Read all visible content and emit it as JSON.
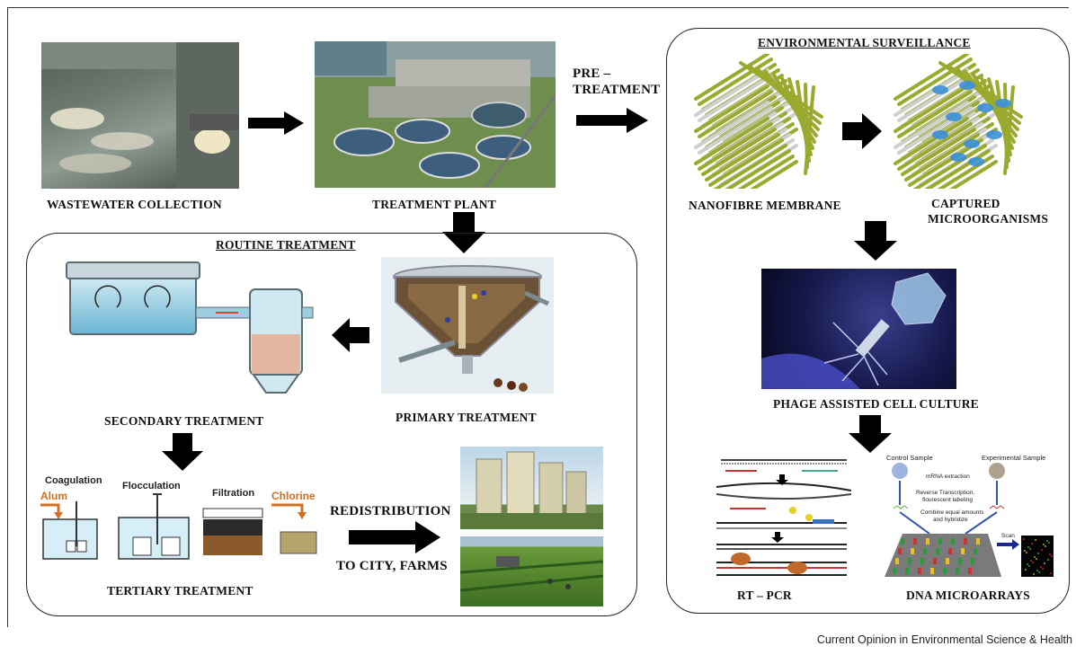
{
  "labels": {
    "wastewater_collection": "WASTEWATER COLLECTION",
    "treatment_plant": "TREATMENT PLANT",
    "pre_treatment_1": "PRE –",
    "pre_treatment_2": "TREATMENT",
    "environmental_surveillance": "ENVIRONMENTAL SURVEILLANCE",
    "nanofibre_membrane": "NANOFIBRE MEMBRANE",
    "captured_1": "CAPTURED",
    "captured_2": "MICROORGANISMS",
    "routine_treatment": "ROUTINE TREATMENT",
    "primary_treatment": "PRIMARY TREATMENT",
    "secondary_treatment": "SECONDARY TREATMENT",
    "tertiary_treatment": "TERTIARY TREATMENT",
    "redistribution": "REDISTRIBUTION",
    "to_city_farms": "TO CITY, FARMS",
    "phage_assisted": "PHAGE ASSISTED  CELL CULTURE",
    "rt_pcr": "RT – PCR",
    "dna_microarrays": "DNA MICROARRAYS"
  },
  "tertiary_steps": {
    "coagulation": "Coagulation",
    "alum": "Alum",
    "flocculation": "Flocculation",
    "filtration": "Filtration",
    "chlorine": "Chlorine"
  },
  "microarray": {
    "control": "Control Sample",
    "experimental": "Experimental Sample",
    "mrna": "mRNA extraction",
    "reverse": "Reverse Transcription,",
    "fluor": "flourescent labeling",
    "combine": "Combine equal amounts",
    "hybridize": "and hybridize",
    "scan": "Scan"
  },
  "credit": "Current Opinion in Environmental Science & Health",
  "colors": {
    "arrow": "#000000",
    "membrane": "#9aaa2e",
    "captured": "#3a8fd8",
    "alum": "#d07020"
  }
}
